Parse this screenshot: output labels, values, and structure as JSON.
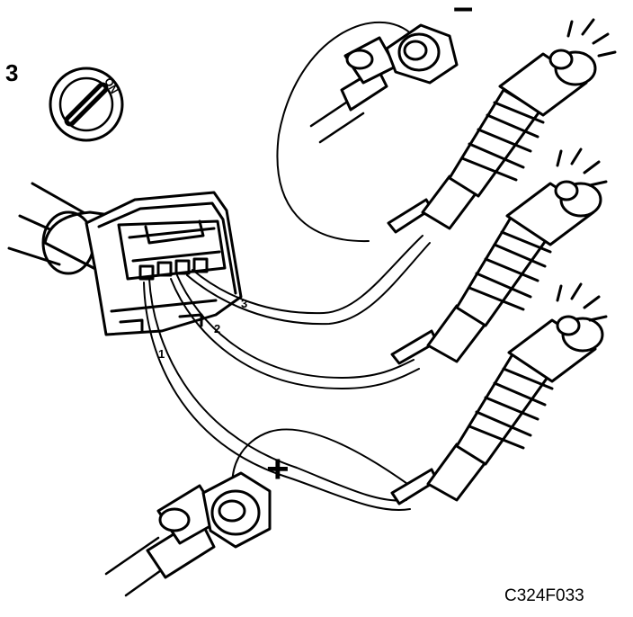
{
  "figure": {
    "step_number": "3",
    "switch_label": "ON",
    "pin_labels": [
      "1",
      "2",
      "3"
    ],
    "positive_symbol": "+",
    "negative_symbol": "–",
    "reference_code": "C324F033"
  },
  "colors": {
    "ink": "#000000",
    "paper": "#ffffff"
  }
}
